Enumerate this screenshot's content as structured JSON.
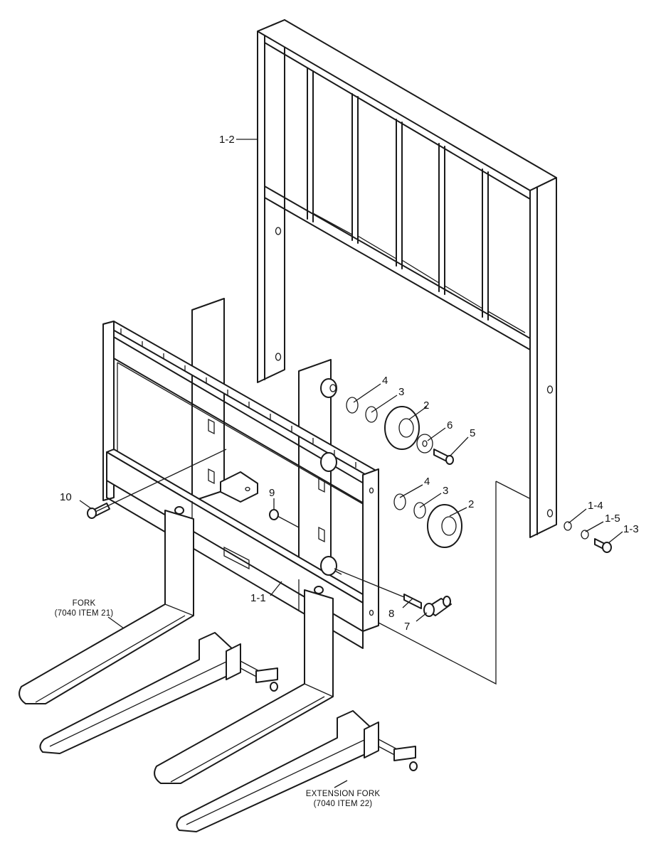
{
  "callouts": {
    "c1_2": "1-2",
    "c4a": "4",
    "c3a": "3",
    "c2a": "2",
    "c6": "6",
    "c5": "5",
    "c10": "10",
    "c9": "9",
    "c4b": "4",
    "c3b": "3",
    "c2b": "2",
    "c1_4": "1-4",
    "c1_5": "1-5",
    "c1_3": "1-3",
    "c1_1": "1-1",
    "c8": "8",
    "c7": "7"
  },
  "notes": {
    "fork_line1": "FORK",
    "fork_line2": "(7040 ITEM 21)",
    "ext_line1": "EXTENSION FORK",
    "ext_line2": "(7040 ITEM 22)"
  }
}
